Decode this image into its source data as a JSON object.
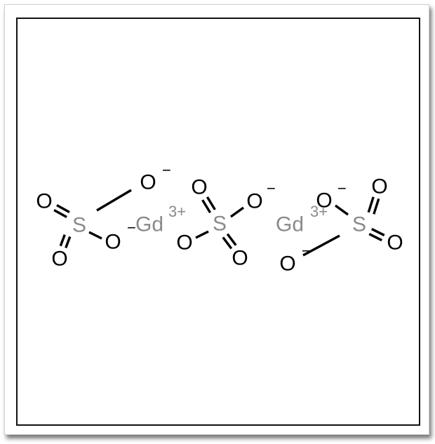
{
  "molecule": {
    "colors": {
      "oxygen": "#000000",
      "sulfur": "#8a8a8a",
      "gadolinium": "#8a8a8a",
      "bond": "#000000"
    },
    "atoms": {
      "s1": "S",
      "o1a": "O",
      "o1b": "O",
      "o1c": "O",
      "o1d": "O",
      "s2": "S",
      "o2a": "O",
      "o2b": "O",
      "o2c": "O",
      "o2d": "O",
      "s3": "S",
      "o3a": "O",
      "o3b": "O",
      "o3c": "O",
      "o3d": "O",
      "gd1": "Gd",
      "gd2": "Gd"
    },
    "charges": {
      "o1c": "−",
      "o1d": "−",
      "o2b": "−",
      "o3a": "−",
      "o3d": "−",
      "gd1": "3+",
      "gd2": "3+"
    }
  }
}
